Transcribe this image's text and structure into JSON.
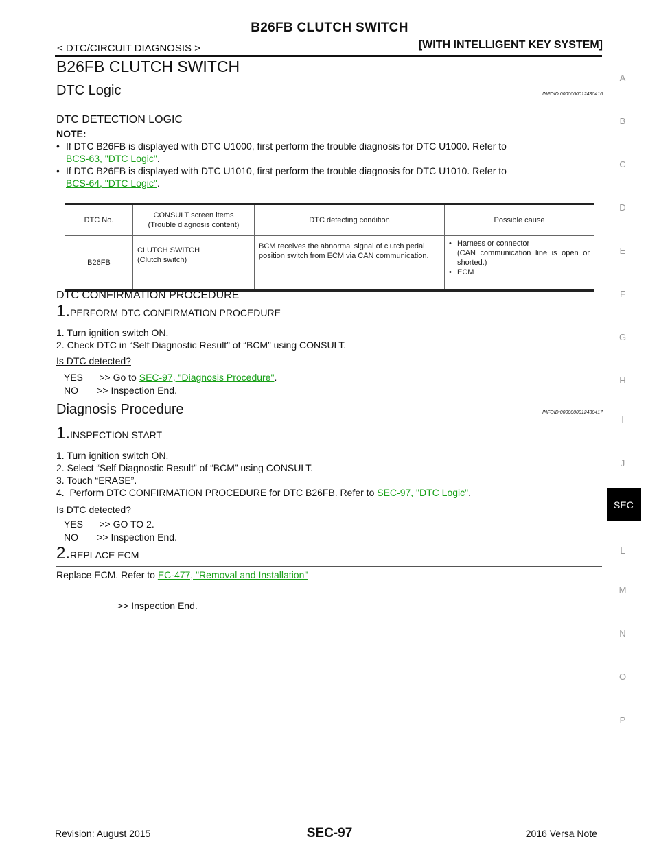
{
  "header": {
    "title": "B26FB CLUTCH SWITCH",
    "left": "< DTC/CIRCUIT DIAGNOSIS >",
    "right": "[WITH INTELLIGENT KEY SYSTEM]"
  },
  "page_title": "B26FB CLUTCH SWITCH",
  "dtc_logic": {
    "heading": "DTC Logic",
    "infoid": "INFOID:0000000012430416",
    "subheading": "DTC DETECTION LOGIC",
    "note_label": "NOTE:",
    "notes": [
      {
        "text": "If DTC B26FB is displayed with DTC U1000, first perform the trouble diagnosis for DTC U1000. Refer to",
        "link": "BCS-63, \"DTC Logic\"",
        "after": "."
      },
      {
        "text": "If DTC B26FB is displayed with DTC U1010, first perform the trouble diagnosis for DTC U1010. Refer to",
        "link": "BCS-64, \"DTC Logic\"",
        "after": "."
      }
    ],
    "table": {
      "headers": [
        "DTC No.",
        "CONSULT screen items\n(Trouble diagnosis content)",
        "DTC detecting condition",
        "Possible cause"
      ],
      "row": {
        "dtc": "B26FB",
        "item": "CLUTCH SWITCH\n(Clutch switch)",
        "condition": "BCM receives the abnormal signal of clutch pedal position switch from ECM via CAN communication.",
        "causes": [
          "Harness or connector\n(CAN communication line is open or shorted.)",
          "ECM"
        ]
      }
    },
    "confirm_heading": "DTC CONFIRMATION PROCEDURE",
    "step1": {
      "num": "1.",
      "title": "PERFORM DTC CONFIRMATION PROCEDURE",
      "items": [
        "1.  Turn ignition switch ON.",
        "2.  Check DTC in “Self Diagnostic Result” of “BCM” using CONSULT."
      ],
      "question": "Is DTC detected?",
      "yes_prefix": "YES      >> Go to ",
      "yes_link": "SEC-97, \"Diagnosis Procedure\"",
      "yes_suffix": ".",
      "no": "NO       >> Inspection End."
    }
  },
  "diagnosis": {
    "heading": "Diagnosis Procedure",
    "infoid": "INFOID:0000000012430417",
    "step1": {
      "num": "1.",
      "title": "INSPECTION START",
      "items": [
        "1.  Turn ignition switch ON.",
        "2.  Select “Self Diagnostic Result” of “BCM” using CONSULT.",
        "3.  Touch “ERASE”."
      ],
      "item4_prefix": "4.  Perform DTC CONFIRMATION PROCEDURE for DTC B26FB. Refer to ",
      "item4_link": "SEC-97, \"DTC Logic\"",
      "item4_suffix": ".",
      "question": "Is DTC detected?",
      "yes": "YES      >> GO TO 2.",
      "no": "NO       >> Inspection End."
    },
    "step2": {
      "num": "2.",
      "title": "REPLACE ECM",
      "text_prefix": "Replace ECM. Refer to ",
      "link": "EC-477, \"Removal and Installation\"",
      "end": ">> Inspection End."
    }
  },
  "side_index": [
    "A",
    "B",
    "C",
    "D",
    "E",
    "F",
    "G",
    "H",
    "I",
    "J",
    "SEC",
    "L",
    "M",
    "N",
    "O",
    "P"
  ],
  "footer": {
    "left": "Revision: August 2015",
    "center": "SEC-97",
    "right": "2016 Versa Note"
  }
}
